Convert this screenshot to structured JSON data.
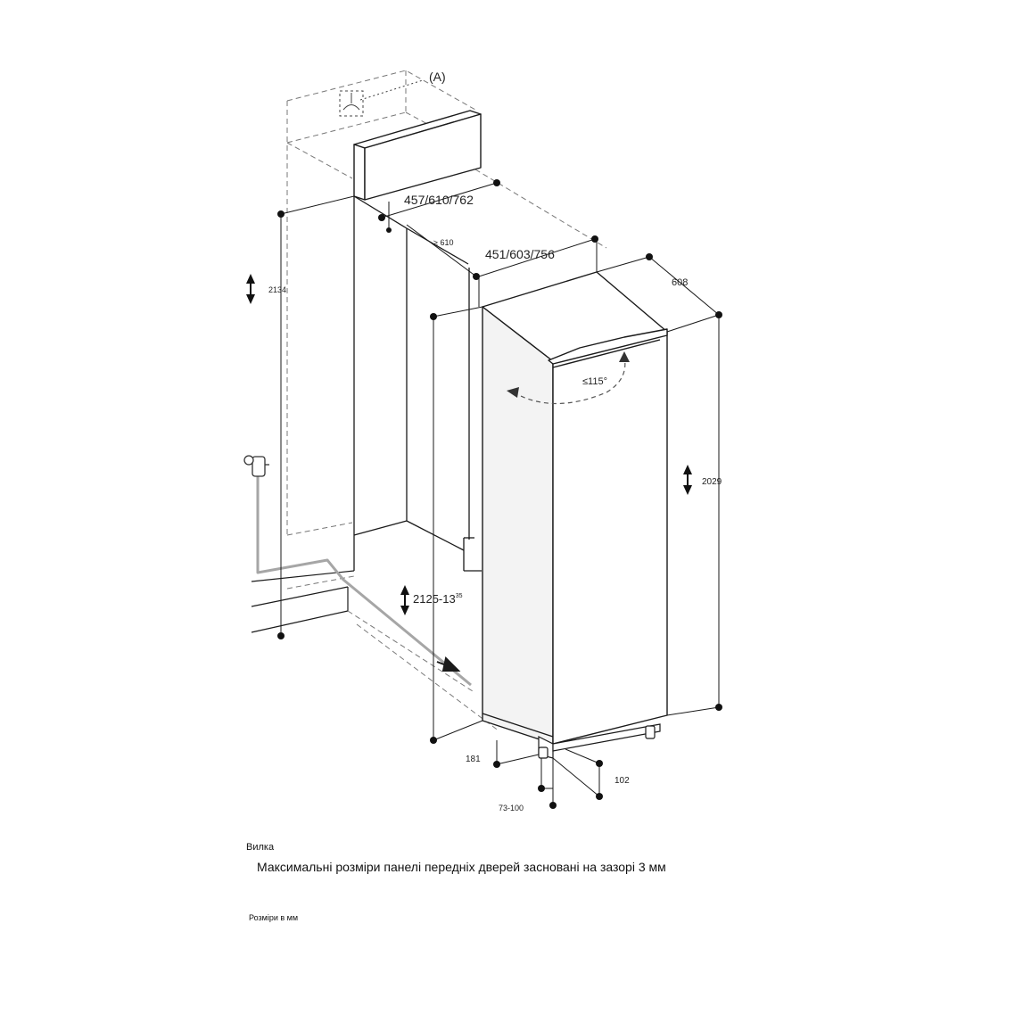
{
  "labels": {
    "marker_a": "(A)",
    "niche_widths": "457/610/762",
    "min_depth": "≥ 610",
    "appliance_widths": "451/603/756",
    "appliance_depth": "608",
    "door_angle": "≤115°",
    "niche_height": "2134",
    "appliance_height": "2029",
    "height_adjust_main": "2125-13",
    "height_adjust_sup": "35",
    "foot_offset": "181",
    "foot_depth": "102",
    "foot_range": "73-100"
  },
  "notes": {
    "plug": "Вилка",
    "door_panel": "Максимальні розміри панелі передніх дверей засновані на зазорі 3 мм",
    "units": "Розміри в мм"
  },
  "colors": {
    "line": "#1a1a1a",
    "hidden": "#777777",
    "water_pipe": "#a6a6a6",
    "appliance_side": "#f3f3f3"
  }
}
